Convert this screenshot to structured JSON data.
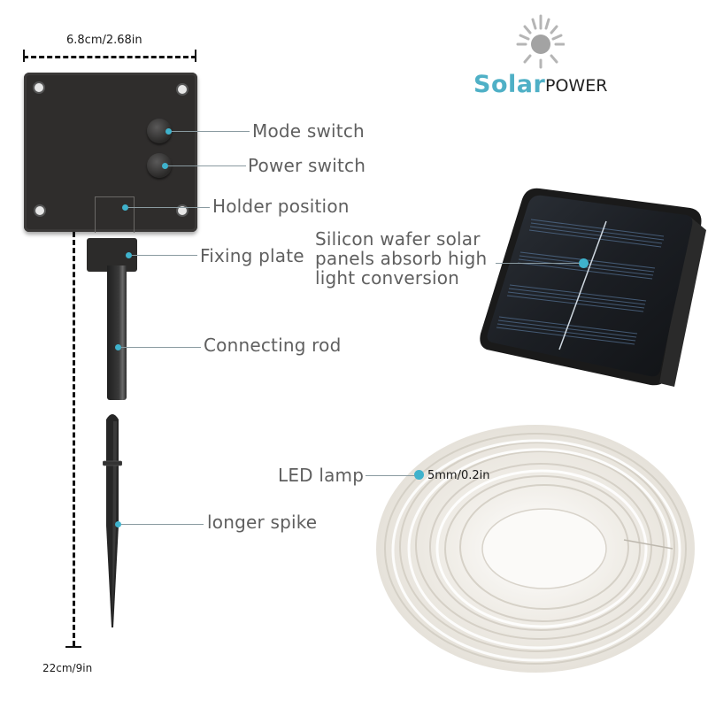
{
  "logo": {
    "brand_primary": "Solar",
    "brand_secondary": "POWER",
    "icon": "sun-icon",
    "accent_color": "#4fb0c6"
  },
  "dimensions": {
    "width_label": "6.8cm/2.68in",
    "height_label": "22cm/9in"
  },
  "callouts": {
    "mode_switch": "Mode switch",
    "power_switch": "Power switch",
    "holder_position": "Holder position",
    "fixing_plate": "Fixing plate",
    "solar_panel_line1": "Silicon wafer solar",
    "solar_panel_line2": "panels absorb high",
    "solar_panel_line3": "light conversion",
    "connecting_rod": "Connecting rod",
    "led_lamp": "LED lamp",
    "led_diameter": "5mm/0.2in",
    "longer_spike": "longer spike"
  },
  "colors": {
    "callout_dot": "#3fb2cc",
    "callout_text": "#5f5f5f",
    "product_dark": "#2f2d2c"
  }
}
